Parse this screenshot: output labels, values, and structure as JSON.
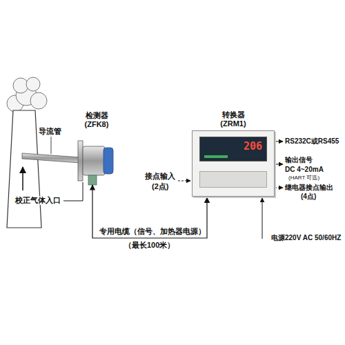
{
  "diagram": {
    "nodes": [
      {
        "text": [
          "检测器",
          "(ZFK8)"
        ]
      },
      {
        "text": [
          "转换器",
          "(ZRM1)",
          "206"
        ]
      }
    ],
    "edges": [
      {
        "from": 0,
        "to": 1,
        "arrow": "both",
        "label": "专用电缆（信号、加热器电源）"
      }
    ],
    "labels": [
      "导流管",
      "校正气体入口",
      "（最长100米）",
      "接点输入",
      "(2点)",
      "RS232C或RS455",
      "输出信号",
      "DC 4~20mA",
      "(HART 可选)",
      "继电器接点输出",
      "(4点)",
      "电源220V AC 50/60HZ"
    ]
  }
}
